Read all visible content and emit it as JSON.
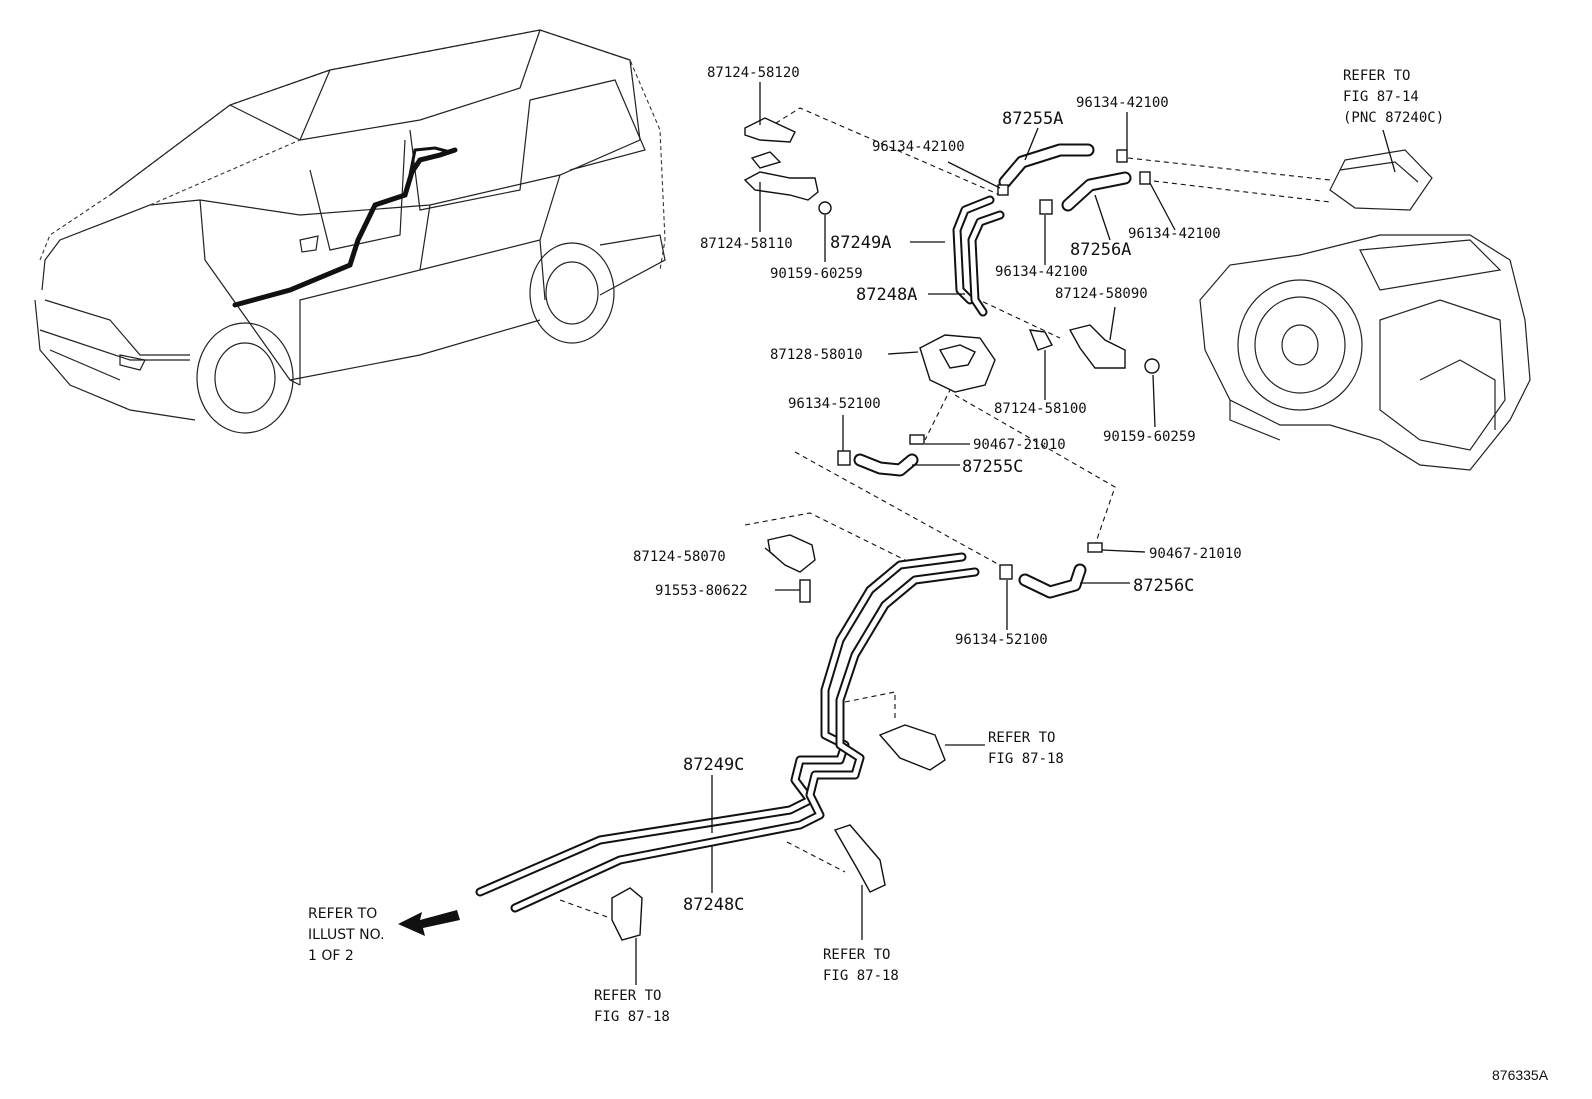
{
  "diagram": {
    "figure_id": "876335A",
    "labels": {
      "p87124_58120": "87124-58120",
      "p87124_58110": "87124-58110",
      "p90159_60259_a": "90159-60259",
      "p96134_42100_a": "96134-42100",
      "p87255A": "87255A",
      "p96134_42100_b": "96134-42100",
      "p96134_42100_c": "96134-42100",
      "p96134_42100_d": "96134-42100",
      "p87249A": "87249A",
      "p87256A": "87256A",
      "p87248A": "87248A",
      "p87124_58090": "87124-58090",
      "p87128_58010": "87128-58010",
      "p87124_58100": "87124-58100",
      "p90159_60259_b": "90159-60259",
      "p96134_52100_a": "96134-52100",
      "p90467_21010_a": "90467-21010",
      "p87255C": "87255C",
      "p87124_58070": "87124-58070",
      "p90467_21010_b": "90467-21010",
      "p91553_80622": "91553-80622",
      "p87256C": "87256C",
      "p96134_52100_b": "96134-52100",
      "p87249C": "87249C",
      "p87248C": "87248C"
    },
    "refers": {
      "fig87_14": [
        "REFER TO",
        "FIG 87-14",
        "(PNC 87240C)"
      ],
      "fig87_18_a": [
        "REFER TO",
        "FIG 87-18"
      ],
      "fig87_18_b": [
        "REFER TO",
        "FIG 87-18"
      ],
      "fig87_18_c": [
        "REFER TO",
        "FIG 87-18"
      ],
      "illust": [
        "REFER TO",
        "ILLUST NO.",
        "1 OF 2"
      ]
    }
  }
}
